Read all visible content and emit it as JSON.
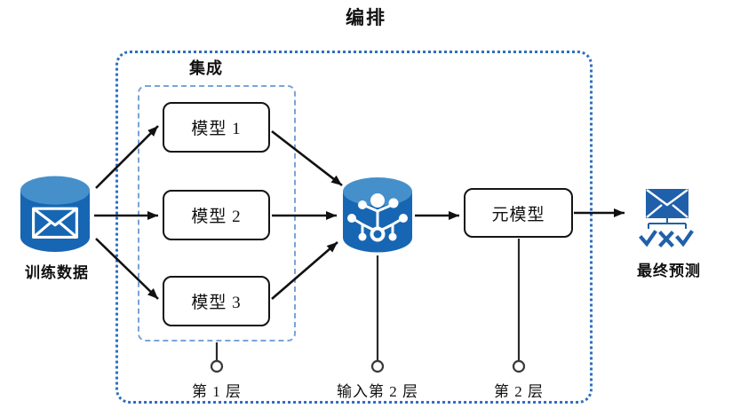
{
  "diagram": {
    "title": "编排",
    "ensemble": {
      "label": "集成"
    },
    "training_data": {
      "label": "训练数据"
    },
    "models": [
      {
        "label": "模型 1"
      },
      {
        "label": "模型 2"
      },
      {
        "label": "模型 3"
      }
    ],
    "meta_model": {
      "label": "元模型"
    },
    "final_prediction": {
      "label": "最终预测"
    },
    "layer_labels": [
      {
        "label": "第 1 层"
      },
      {
        "label": "输入第 2 层"
      },
      {
        "label": "第 2 层"
      }
    ],
    "colors": {
      "outer_border": "#2e6fbe",
      "inner_border": "#7aa3d8",
      "cylinder_top": "#4590cb",
      "cylinder_body": "#1766b3",
      "icon_blue": "#2060ab",
      "arrow": "#111111"
    }
  }
}
